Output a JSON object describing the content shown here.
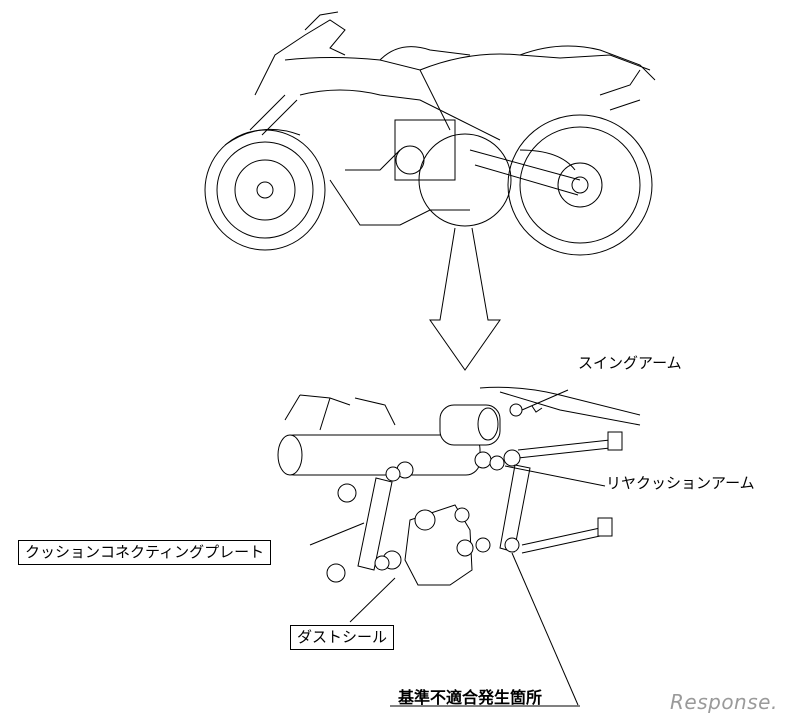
{
  "labels": {
    "swingarm": "スイングアーム",
    "rear_cushion_arm": "リヤクッションアーム",
    "cushion_connecting_plate": "クッションコネクティングプレート",
    "dust_seal": "ダストシール",
    "defect_location": "基準不適合発生箇所"
  },
  "watermark": "Response."
}
